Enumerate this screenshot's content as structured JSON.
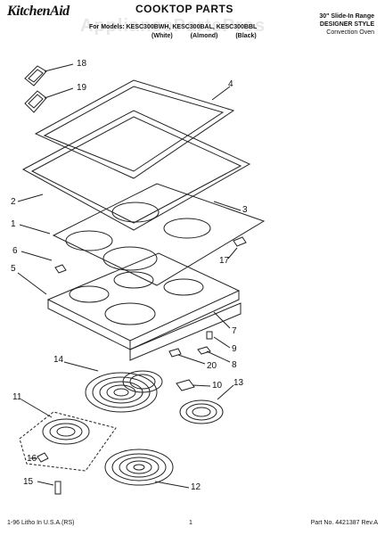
{
  "header": {
    "brand": "KitchenAid",
    "title": "COOKTOP PARTS",
    "models_line": "For Models: KESC300BWH, KESC300BAL, KESC300BBL",
    "variants": [
      "(White)",
      "(Almond)",
      "(Black)"
    ],
    "range_line1": "30\" Slide-In Range",
    "range_line2": "DESIGNER STYLE",
    "range_line3": "Convection Oven"
  },
  "watermark": "AppliancePartsPros",
  "callouts": [
    "18",
    "19",
    "4",
    "2",
    "3",
    "1",
    "6",
    "17",
    "5",
    "7",
    "9",
    "8",
    "20",
    "14",
    "10",
    "13",
    "11",
    "16",
    "15",
    "12"
  ],
  "footer": {
    "left": "1-96 Litho In U.S.A.(RS)",
    "center": "1",
    "right": "Part No. 4421387 Rev.A"
  }
}
